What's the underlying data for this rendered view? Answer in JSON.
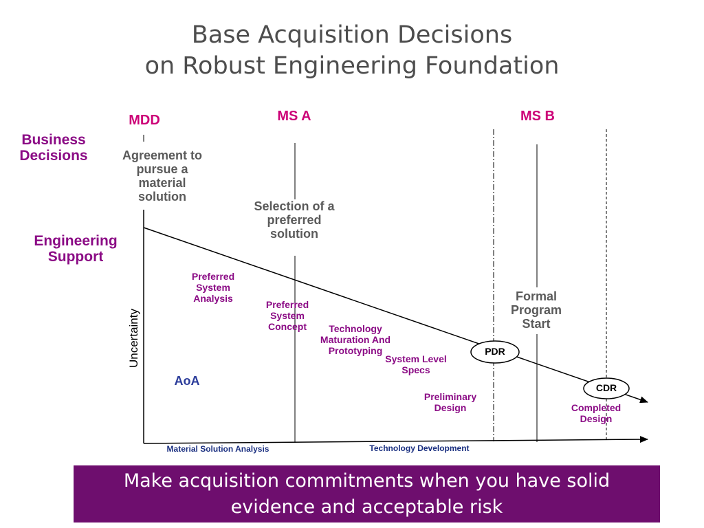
{
  "title": {
    "line1": "Base Acquisition Decisions",
    "line2": "on Robust Engineering Foundation"
  },
  "row_labels": {
    "business": "Business Decisions",
    "engineering": "Engineering Support"
  },
  "milestones": {
    "mdd": "MDD",
    "ms_a": "MS A",
    "ms_b": "MS B"
  },
  "decision_texts": {
    "mdd": "Agreement to pursue a material solution",
    "ms_a": "Selection of a preferred solution",
    "ms_b": "Formal Program Start"
  },
  "activities": {
    "psa": "Preferred System Analysis",
    "psc": "Preferred System Concept",
    "tmp": "Technology Maturation And Prototyping",
    "sls": "System Level Specs",
    "pd": "Preliminary Design",
    "cd": "Completed Design",
    "aoa": "AoA"
  },
  "reviews": {
    "pdr": "PDR",
    "cdr": "CDR"
  },
  "axis": {
    "y_label": "Uncertainty"
  },
  "phases": {
    "msa": "Material Solution Analysis",
    "td": "Technology Development"
  },
  "banner": "Make acquisition commitments when you have solid evidence and acceptable risk",
  "colors": {
    "milestone": "#cc0077",
    "engineering_label": "#8b0b85",
    "banner_bg": "#6e0e6e",
    "phase_text": "#1a2f80"
  }
}
